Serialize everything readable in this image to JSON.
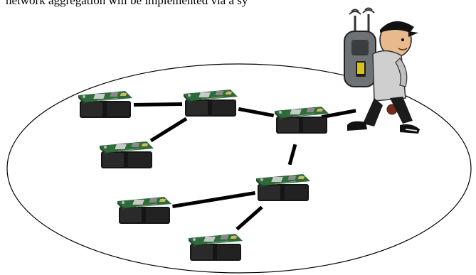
{
  "caption_text": "network aggregation will be implemented via a sy",
  "diagram": {
    "nodes": [
      {
        "id": "n1",
        "name": "sensor-node-1"
      },
      {
        "id": "n2",
        "name": "sensor-node-2"
      },
      {
        "id": "n3",
        "name": "sensor-node-3"
      },
      {
        "id": "n4",
        "name": "sensor-node-4"
      },
      {
        "id": "n5",
        "name": "sensor-node-5"
      },
      {
        "id": "n6",
        "name": "sensor-node-6"
      },
      {
        "id": "n7",
        "name": "sensor-node-7"
      }
    ],
    "edges": [
      {
        "from": "n1",
        "to": "n2"
      },
      {
        "from": "n2",
        "to": "n3"
      },
      {
        "from": "n2",
        "to": "n4"
      },
      {
        "from": "n3",
        "to": "n5"
      },
      {
        "from": "n5",
        "to": "n6"
      },
      {
        "from": "n5",
        "to": "n7"
      },
      {
        "from": "n3",
        "to": "mobile-aggregator"
      }
    ],
    "aggregator": {
      "icon": "backpack-person-with-antennas"
    },
    "colors": {
      "board_green": "#2f6b3a",
      "battery_black": "#1a1a1a",
      "link_black": "#000000",
      "backpack_gray": "#6e7275",
      "screen_yellow": "#d9c21a"
    }
  }
}
